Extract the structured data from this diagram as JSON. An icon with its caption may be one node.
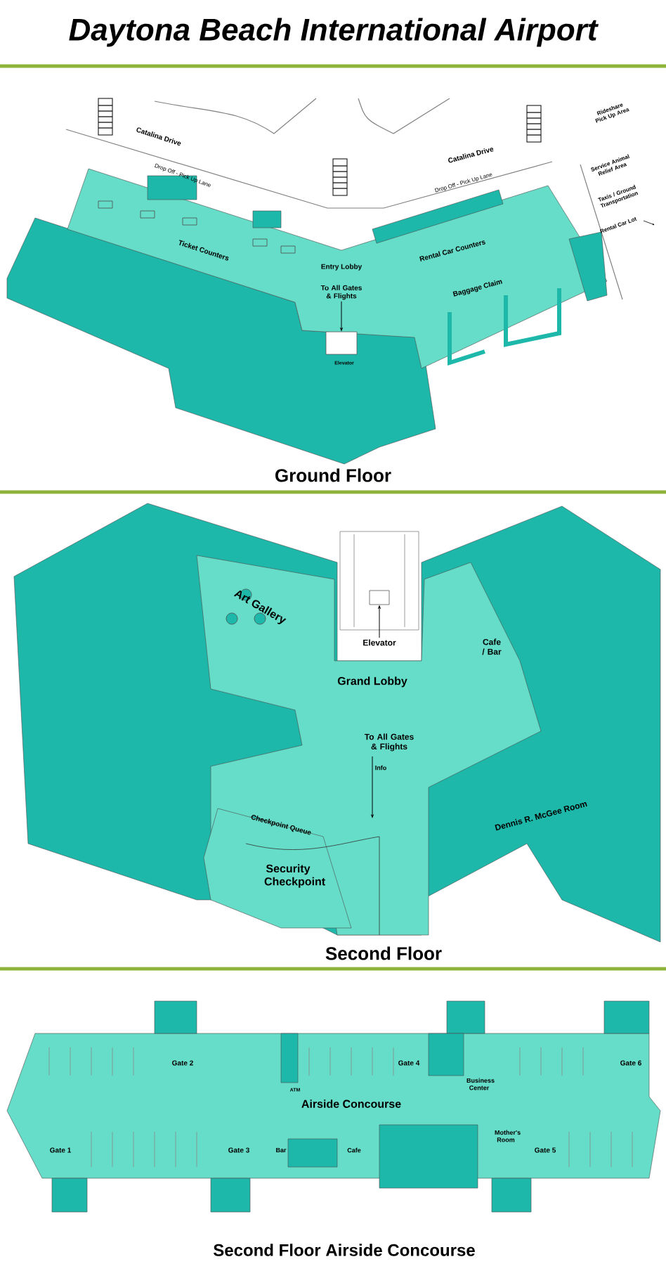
{
  "diagram": {
    "title": "Daytona Beach International Airport",
    "nodes": [
      {
        "text": [
          "To All Gates & Flights"
        ]
      },
      {
        "text": [],
        "shape": "box"
      },
      {
        "text": [
          "Elevator"
        ]
      },
      {
        "text": [],
        "shape": "box"
      }
    ],
    "edges": [
      {
        "from": 0,
        "to": 1,
        "arrow": "to"
      },
      {
        "from": 2,
        "to": 3,
        "arrow": "to"
      }
    ],
    "labels": [
      "Catalina Drive",
      "Catalina Drive",
      "Drop Off - Pick Up Lane",
      "Drop Off - Pick Up Lane",
      "Rideshare Pick Up Area",
      "Service Animal Relief Area",
      "Taxis / Ground Transportation",
      "Rental Car Lot",
      "Ticket Counters",
      "Entry Lobby",
      "Rental Car Counters",
      "Baggage Claim",
      "Elevator",
      "Ground Floor",
      "Art Gallery",
      "Cafe / Bar",
      "Grand Lobby",
      "To All Gates & Flights",
      "Info",
      "Checkpoint Queue",
      "Security Checkpoint",
      "Dennis R. McGee Room",
      "Second Floor",
      "Gate 2",
      "ATM",
      "Gate 4",
      "Gate 6",
      "Airside Concourse",
      "Business Center",
      "Bar",
      "Cafe",
      "Mother's Room",
      "Gate 1",
      "Gate 3",
      "Gate 5",
      "Second Floor Airside Concourse"
    ]
  }
}
